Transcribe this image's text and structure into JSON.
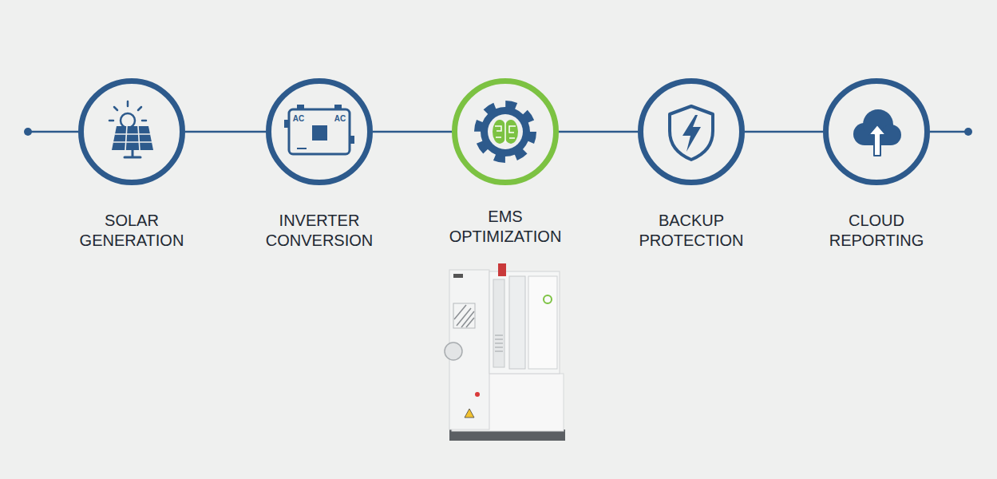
{
  "diagram": {
    "nodes": [
      {
        "text": [
          "SOLAR GENERATION"
        ]
      },
      {
        "text": [
          "INVERTER CONVERSION"
        ]
      },
      {
        "text": [
          "EMS OPTIMIZATION"
        ]
      },
      {
        "text": [
          "BACKUP PROTECTION"
        ]
      },
      {
        "text": [
          "CLOUD REPORTING"
        ]
      }
    ],
    "edges": [
      {
        "from": 0,
        "to": 1,
        "arrow": "none"
      },
      {
        "from": 1,
        "to": 2,
        "arrow": "none"
      },
      {
        "from": 2,
        "to": 3,
        "arrow": "none"
      },
      {
        "from": 3,
        "to": 4,
        "arrow": "none"
      }
    ],
    "labels": [
      "AC",
      "AC"
    ]
  }
}
